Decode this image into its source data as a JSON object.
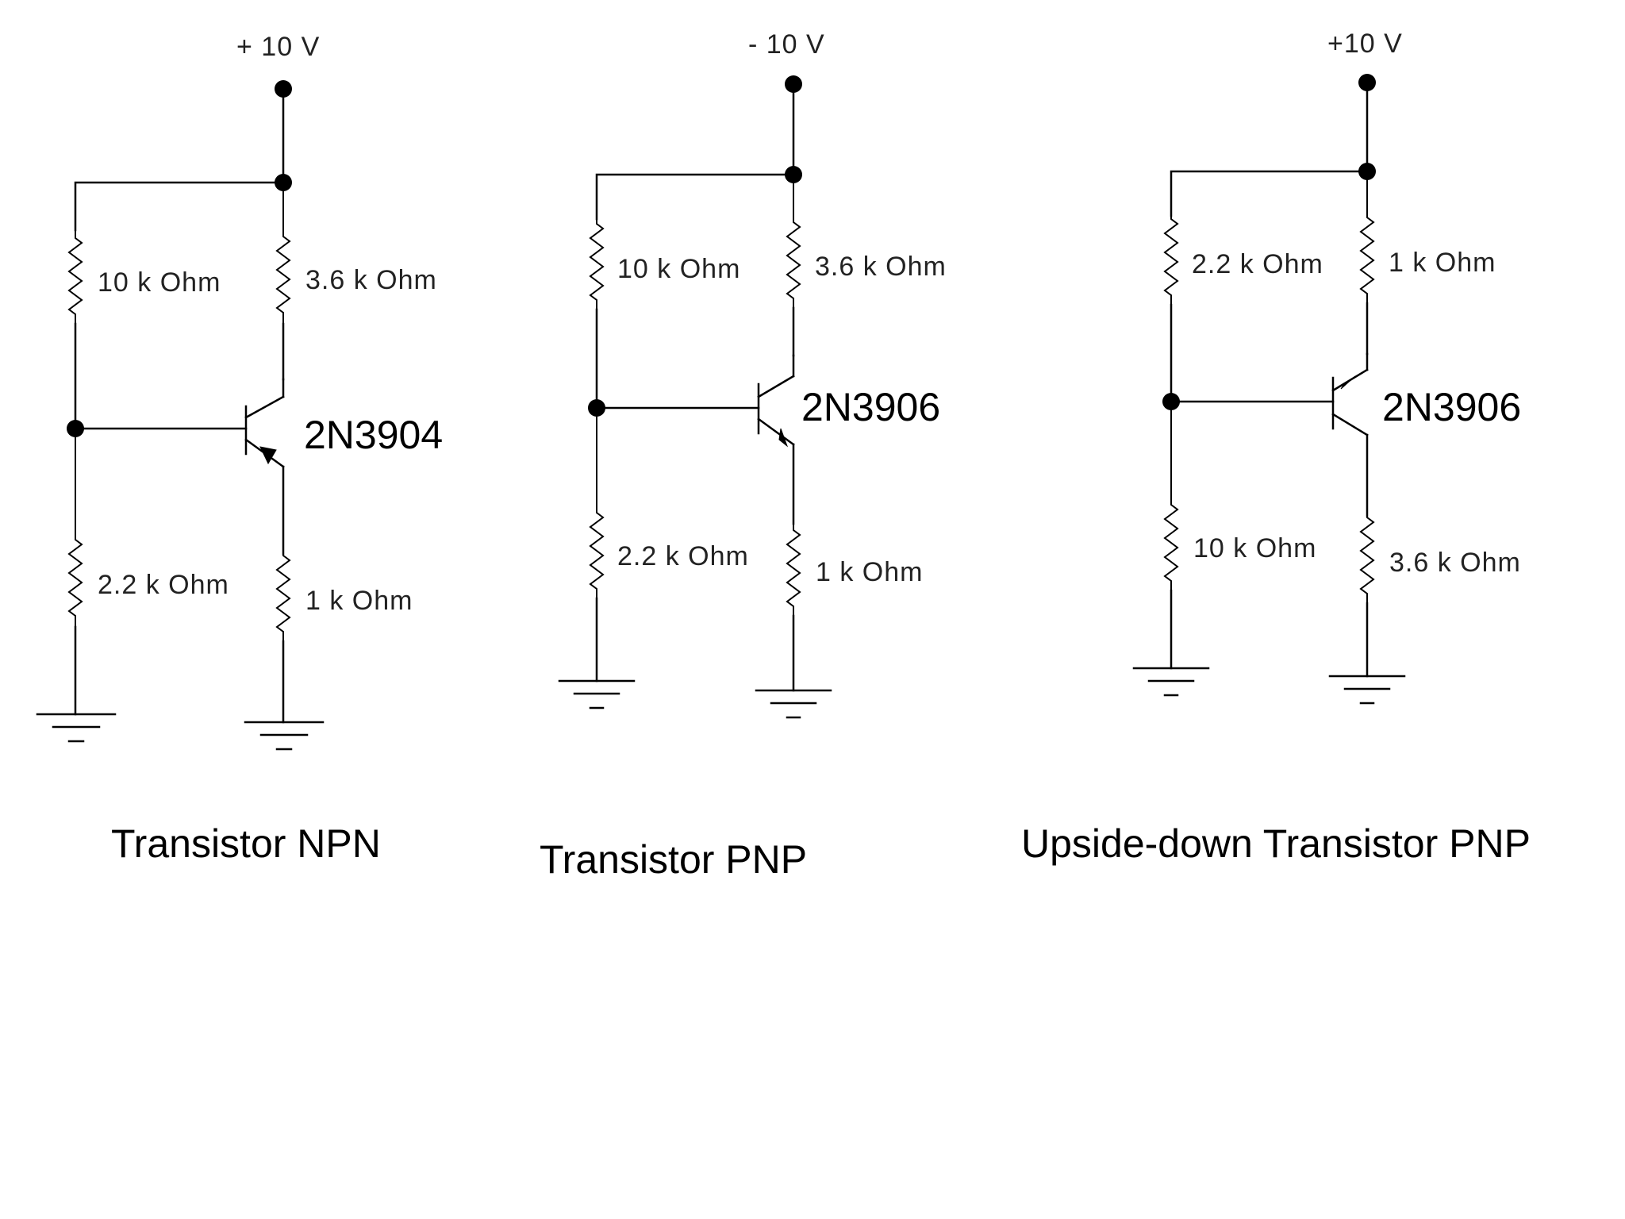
{
  "circuits": [
    {
      "supply": "+ 10 V",
      "r_top_left": "10 k Ohm",
      "r_top_right": "3.6 k Ohm",
      "transistor": "2N3904",
      "r_bottom_left": "2.2 k Ohm",
      "r_bottom_right": "1 k Ohm",
      "caption": "Transistor NPN"
    },
    {
      "supply": "- 10 V",
      "r_top_left": "10 k Ohm",
      "r_top_right": "3.6 k Ohm",
      "transistor": "2N3906",
      "r_bottom_left": "2.2 k Ohm",
      "r_bottom_right": "1 k Ohm",
      "caption": "Transistor PNP"
    },
    {
      "supply": "+10 V",
      "r_top_left": "2.2 k Ohm",
      "r_top_right": "1 k Ohm",
      "transistor": "2N3906",
      "r_bottom_left": "10 k Ohm",
      "r_bottom_right": "3.6 k Ohm",
      "caption": "Upside-down Transistor PNP"
    }
  ]
}
